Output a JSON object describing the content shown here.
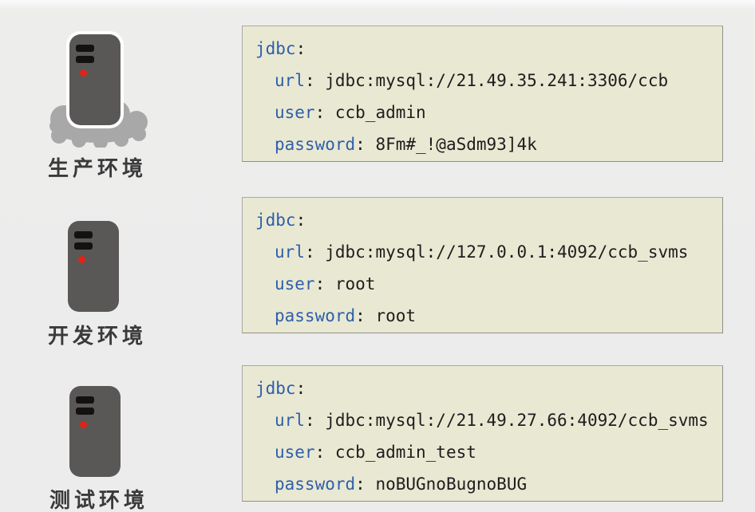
{
  "meta": {
    "colon": ":",
    "separator": ": "
  },
  "environments": [
    {
      "name": "production",
      "label": "生产环境",
      "icon": "server-tower-on-cloud",
      "config": {
        "root_key": "jdbc",
        "entries": [
          {
            "key": "url",
            "value": "jdbc:mysql://21.49.35.241:3306/ccb"
          },
          {
            "key": "user",
            "value": "ccb_admin"
          },
          {
            "key": "password",
            "value": "8Fm#_!@aSdm93]4k"
          }
        ]
      }
    },
    {
      "name": "development",
      "label": "开发环境",
      "icon": "server-tower",
      "config": {
        "root_key": "jdbc",
        "entries": [
          {
            "key": "url",
            "value": "jdbc:mysql://127.0.0.1:4092/ccb_svms"
          },
          {
            "key": "user",
            "value": "root"
          },
          {
            "key": "password",
            "value": "root"
          }
        ]
      }
    },
    {
      "name": "test",
      "label": "测试环境",
      "icon": "server-tower",
      "config": {
        "root_key": "jdbc",
        "entries": [
          {
            "key": "url",
            "value": "jdbc:mysql://21.49.27.66:4092/ccb_svms"
          },
          {
            "key": "user",
            "value": "ccb_admin_test"
          },
          {
            "key": "password",
            "value": "noBUGnoBugnoBUG"
          }
        ]
      }
    }
  ],
  "colors": {
    "page_bg": "#ececec",
    "box_bg": "#e9e8d3",
    "box_border": "#a9a9a0",
    "key_blue": "#2e5fa8",
    "value_text": "#1d1d1d",
    "tower_gray": "#5a5757",
    "slot_black": "#141210",
    "led_red": "#e02415",
    "cloud_gray": "#a8a8a8",
    "label_text": "#3a3a3a"
  }
}
